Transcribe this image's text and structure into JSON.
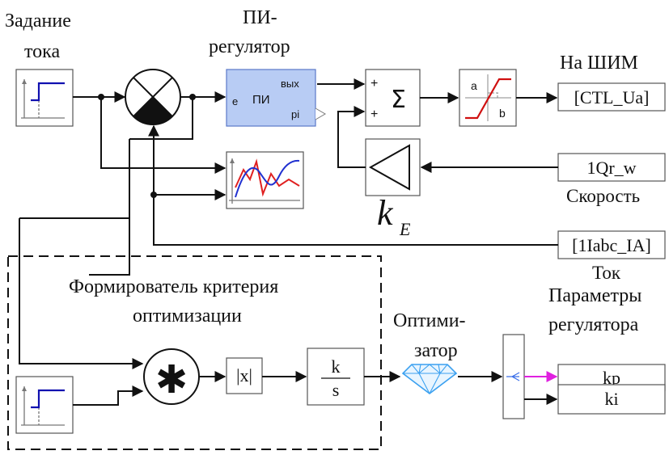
{
  "labels": {
    "zadanie_line1": "Задание",
    "zadanie_line2": "тока",
    "pi_line1": "ПИ-",
    "pi_line2": "регулятор",
    "na_shim": "На ШИМ",
    "skorost": "Скорость",
    "tok": "Ток",
    "kE_main": "k",
    "kE_sub": "E",
    "former_line1": "Формирователь критерия",
    "former_line2": "оптимизации",
    "optim_line1": "Оптими-",
    "optim_line2": "затор",
    "params_line1": "Параметры",
    "params_line2": "регулятора"
  },
  "blocks": {
    "pi_block": {
      "in_port": "e",
      "name": "ПИ",
      "out1": "вых",
      "out2": "pi"
    },
    "sum_block": {
      "plus1": "+",
      "plus2": "+",
      "symbol": "Σ"
    },
    "saturation": {
      "a": "a",
      "b": "b"
    },
    "abs_block": "|x|",
    "integrator": {
      "num": "k",
      "den": "s"
    },
    "product_symbol": "✱"
  },
  "ports": {
    "ctl_ua": "[CTL_Ua]",
    "qr_w": "1Qr_w",
    "iabc": "[1Iabc_IA]",
    "kp": "kp",
    "ki": "ki"
  },
  "colors": {
    "pi_fill": "#b8ccf4",
    "pi_stroke": "#5a78c8",
    "step_line": "#1010b0",
    "scope_red": "#e02020",
    "scope_blue": "#2030d0",
    "sat_red": "#d01010",
    "gem_blue": "#3aa0f0",
    "magenta": "#e020e0"
  }
}
